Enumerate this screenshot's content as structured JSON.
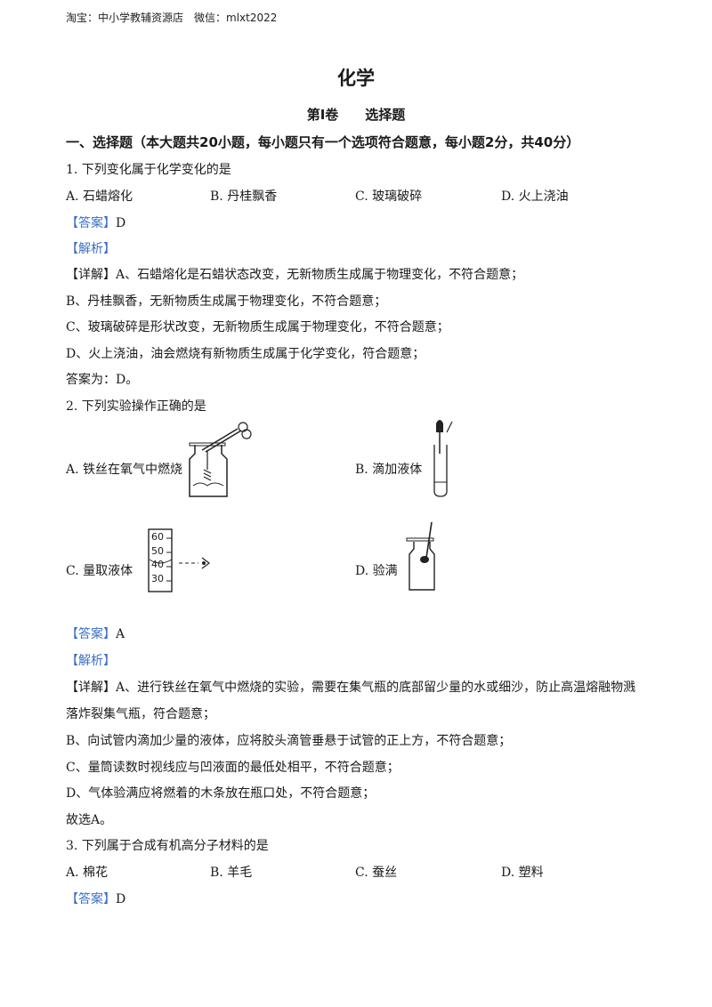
{
  "header": "淘宝：中小学教辅资源店　微信：mlxt2022",
  "title": "化学",
  "subtitle": "第Ⅰ卷　　选择题",
  "section": "一、选择题（本大题共20小题，每小题只有一个选项符合题意，每小题2分，共40分）",
  "q1": {
    "stem": "1. 下列变化属于化学变化的是",
    "options": [
      "A. 石蜡熔化",
      "B. 丹桂飘香",
      "C. 玻璃破碎",
      "D. 火上浇油"
    ],
    "answer_tag": "【答案】",
    "answer": "D",
    "analysis_tag": "【解析】",
    "detail_tag": "【详解】",
    "detail": [
      "A、石蜡熔化是石蜡状态改变，无新物质生成属于物理变化，不符合题意；",
      "B、丹桂飘香，无新物质生成属于物理变化，不符合题意；",
      "C、玻璃破碎是形状改变，无新物质生成属于物理变化，不符合题意；",
      "D、火上浇油，油会燃烧有新物质生成属于化学变化，符合题意；",
      "答案为：D。"
    ]
  },
  "q2": {
    "stem": "2. 下列实验操作正确的是",
    "options": [
      "A. 铁丝在氧气中燃烧",
      "B. 滴加液体",
      "C. 量取液体",
      "D. 验满"
    ],
    "cylinder_ticks": [
      "60",
      "50",
      "40",
      "30"
    ],
    "answer_tag": "【答案】",
    "answer": "A",
    "analysis_tag": "【解析】",
    "detail_tag": "【详解】",
    "detail": [
      "A、进行铁丝在氧气中燃烧的实验，需要在集气瓶的底部留少量的水或细沙，防止高温熔融物溅",
      "落炸裂集气瓶，符合题意；",
      "B、向试管内滴加少量的液体，应将胶头滴管垂悬于试管的正上方，不符合题意；",
      "C、量筒读数时视线应与凹液面的最低处相平，不符合题意；",
      "D、气体验满应将燃着的木条放在瓶口处，不符合题意；",
      "故选A。"
    ]
  },
  "q3": {
    "stem": "3. 下列属于合成有机高分子材料的是",
    "options": [
      "A. 棉花",
      "B. 羊毛",
      "C. 蚕丝",
      "D. 塑料"
    ],
    "answer_tag": "【答案】",
    "answer": "D"
  }
}
